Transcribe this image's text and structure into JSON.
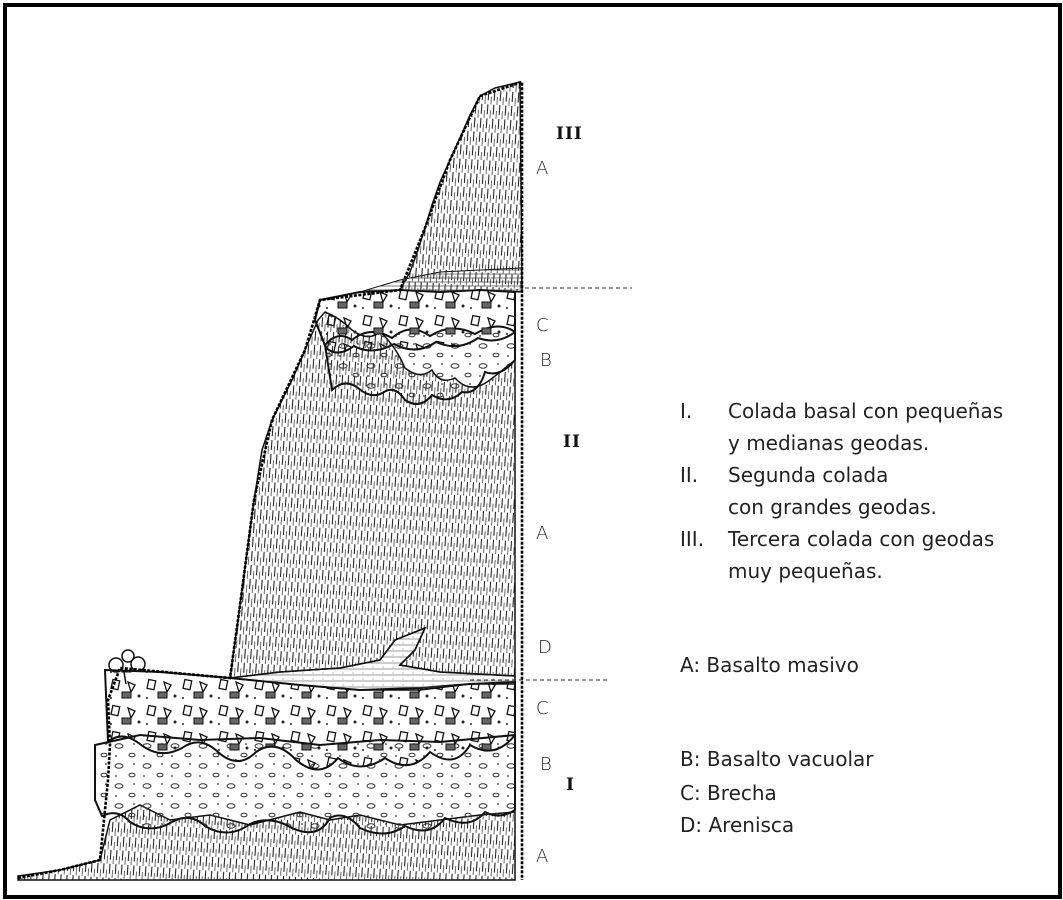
{
  "layer_labels": {
    "unit_iii": "III",
    "a_top": "A",
    "c_top": "C",
    "b_top": "B",
    "unit_ii": "II",
    "a_mid": "A",
    "d_mid": "D",
    "c_low": "C",
    "b_low": "B",
    "unit_i": "I",
    "a_low": "A"
  },
  "legend": {
    "flows": [
      {
        "num": "I.",
        "line1": "Colada basal con pequeñas",
        "line2": "y medianas geodas."
      },
      {
        "num": "II.",
        "line1": "Segunda colada",
        "line2": "con grandes geodas."
      },
      {
        "num": "III.",
        "line1": "Tercera colada con geodas",
        "line2": "muy pequeñas."
      }
    ],
    "rock_a": "A: Basalto masivo",
    "rock_b": "B: Basalto vacuolar",
    "rock_c": "C: Brecha",
    "rock_d": "D: Arenisca"
  },
  "colors": {
    "ink": "#111111",
    "frame": "#000000",
    "paper": "#ffffff"
  }
}
